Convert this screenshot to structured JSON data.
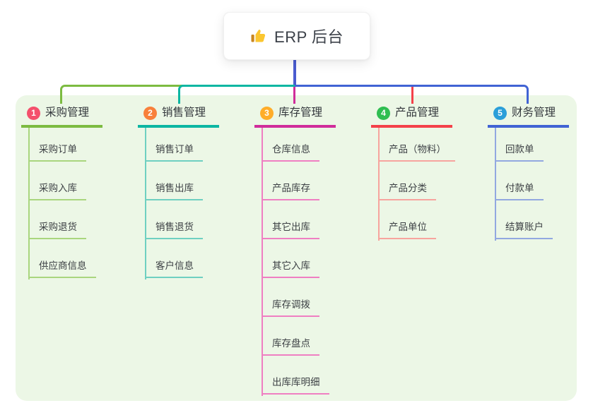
{
  "root": {
    "title": "ERP 后台",
    "icon": "thumbs-up-icon",
    "icon_hand_color": "#fbc62f",
    "icon_cuff_color": "#c9861f"
  },
  "panel": {
    "bg": "#ecf7e6"
  },
  "stem_color": "#4a5cd0",
  "branches": [
    {
      "badge": "1",
      "label": "采购管理",
      "badge_color": "#f4506c",
      "line_color": "#7cbb41",
      "light_color": "#a9d67e",
      "children": [
        "采购订单",
        "采购入库",
        "采购退货",
        "供应商信息"
      ]
    },
    {
      "badge": "2",
      "label": "销售管理",
      "badge_color": "#f8803b",
      "line_color": "#0cb6a2",
      "light_color": "#6fd0c1",
      "children": [
        "销售订单",
        "销售出库",
        "销售退货",
        "客户信息"
      ]
    },
    {
      "badge": "3",
      "label": "库存管理",
      "badge_color": "#ffad29",
      "line_color": "#d02d9b",
      "light_color": "#ef7fc2",
      "children": [
        "仓库信息",
        "产品库存",
        "其它出库",
        "其它入库",
        "库存调拨",
        "库存盘点",
        "出库库明细"
      ]
    },
    {
      "badge": "4",
      "label": "产品管理",
      "badge_color": "#2fbe51",
      "line_color": "#f4414a",
      "light_color": "#f7a49e",
      "children": [
        "产品（物料）",
        "产品分类",
        "产品单位"
      ]
    },
    {
      "badge": "5",
      "label": "财务管理",
      "badge_color": "#2b9fd9",
      "line_color": "#4163d4",
      "light_color": "#92a8e0",
      "children": [
        "回款单",
        "付款单",
        "结算账户"
      ]
    }
  ]
}
